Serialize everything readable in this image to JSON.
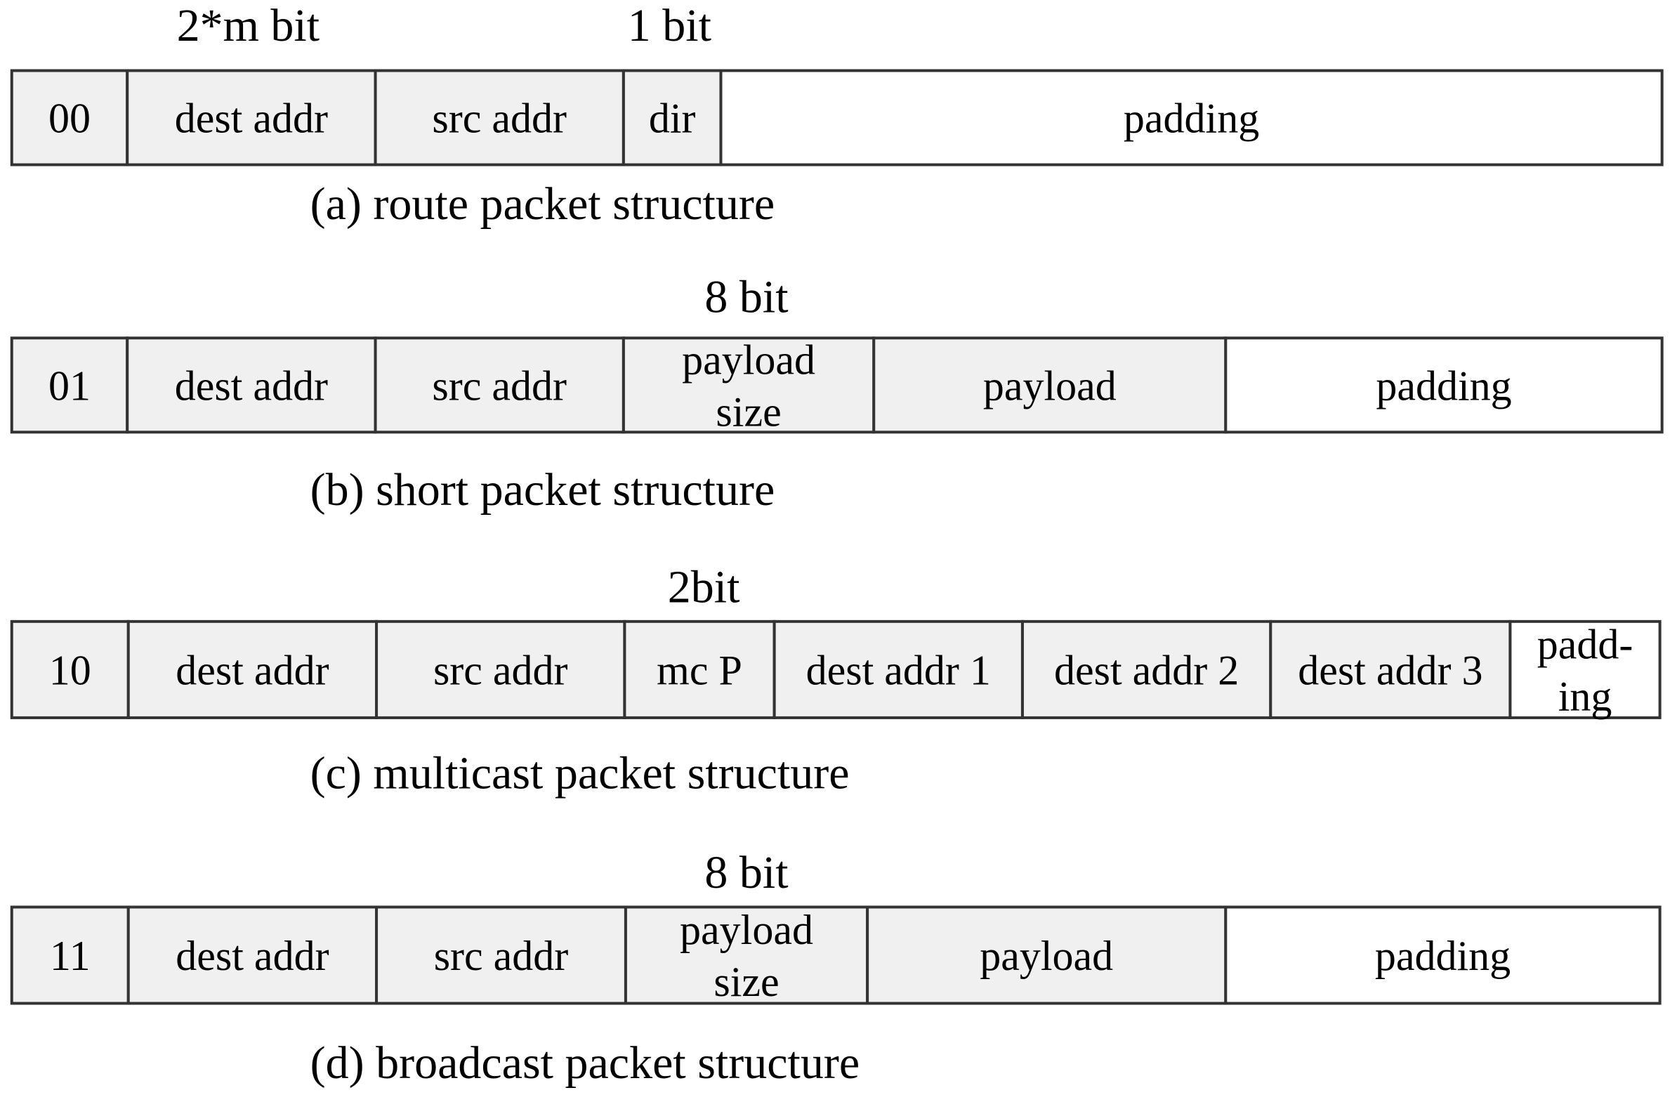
{
  "colors": {
    "field_fill": "#f0f0f0",
    "padding_fill": "#ffffff",
    "border": "#333333",
    "text": "#000000"
  },
  "packets": [
    {
      "bit_labels": [
        "2*m bit",
        "1 bit"
      ],
      "fields": [
        {
          "lines": [
            "00"
          ],
          "kind": "type"
        },
        {
          "lines": [
            "dest addr"
          ],
          "kind": "field"
        },
        {
          "lines": [
            "src addr"
          ],
          "kind": "field"
        },
        {
          "lines": [
            "dir"
          ],
          "kind": "field"
        },
        {
          "lines": [
            "padding"
          ],
          "kind": "padding"
        }
      ],
      "caption": "(a) route packet structure"
    },
    {
      "bit_labels": [
        "8 bit"
      ],
      "fields": [
        {
          "lines": [
            "01"
          ],
          "kind": "type"
        },
        {
          "lines": [
            "dest addr"
          ],
          "kind": "field"
        },
        {
          "lines": [
            "src addr"
          ],
          "kind": "field"
        },
        {
          "lines": [
            "payload",
            "size"
          ],
          "kind": "field"
        },
        {
          "lines": [
            "payload"
          ],
          "kind": "field"
        },
        {
          "lines": [
            "padding"
          ],
          "kind": "padding"
        }
      ],
      "caption": "(b) short packet structure"
    },
    {
      "bit_labels": [
        "2bit"
      ],
      "fields": [
        {
          "lines": [
            "10"
          ],
          "kind": "type"
        },
        {
          "lines": [
            "dest addr"
          ],
          "kind": "field"
        },
        {
          "lines": [
            "src addr"
          ],
          "kind": "field"
        },
        {
          "lines": [
            "mc P"
          ],
          "kind": "field"
        },
        {
          "lines": [
            "dest addr 1"
          ],
          "kind": "field"
        },
        {
          "lines": [
            "dest addr 2"
          ],
          "kind": "field"
        },
        {
          "lines": [
            "dest addr 3"
          ],
          "kind": "field"
        },
        {
          "lines": [
            "padd-",
            "ing"
          ],
          "kind": "padding"
        }
      ],
      "caption": "(c) multicast packet structure"
    },
    {
      "bit_labels": [
        "8 bit"
      ],
      "fields": [
        {
          "lines": [
            "11"
          ],
          "kind": "type"
        },
        {
          "lines": [
            "dest addr"
          ],
          "kind": "field"
        },
        {
          "lines": [
            "src addr"
          ],
          "kind": "field"
        },
        {
          "lines": [
            "payload",
            "size"
          ],
          "kind": "field"
        },
        {
          "lines": [
            "payload"
          ],
          "kind": "field"
        },
        {
          "lines": [
            "padding"
          ],
          "kind": "padding"
        }
      ],
      "caption": "(d) broadcast packet structure"
    }
  ]
}
